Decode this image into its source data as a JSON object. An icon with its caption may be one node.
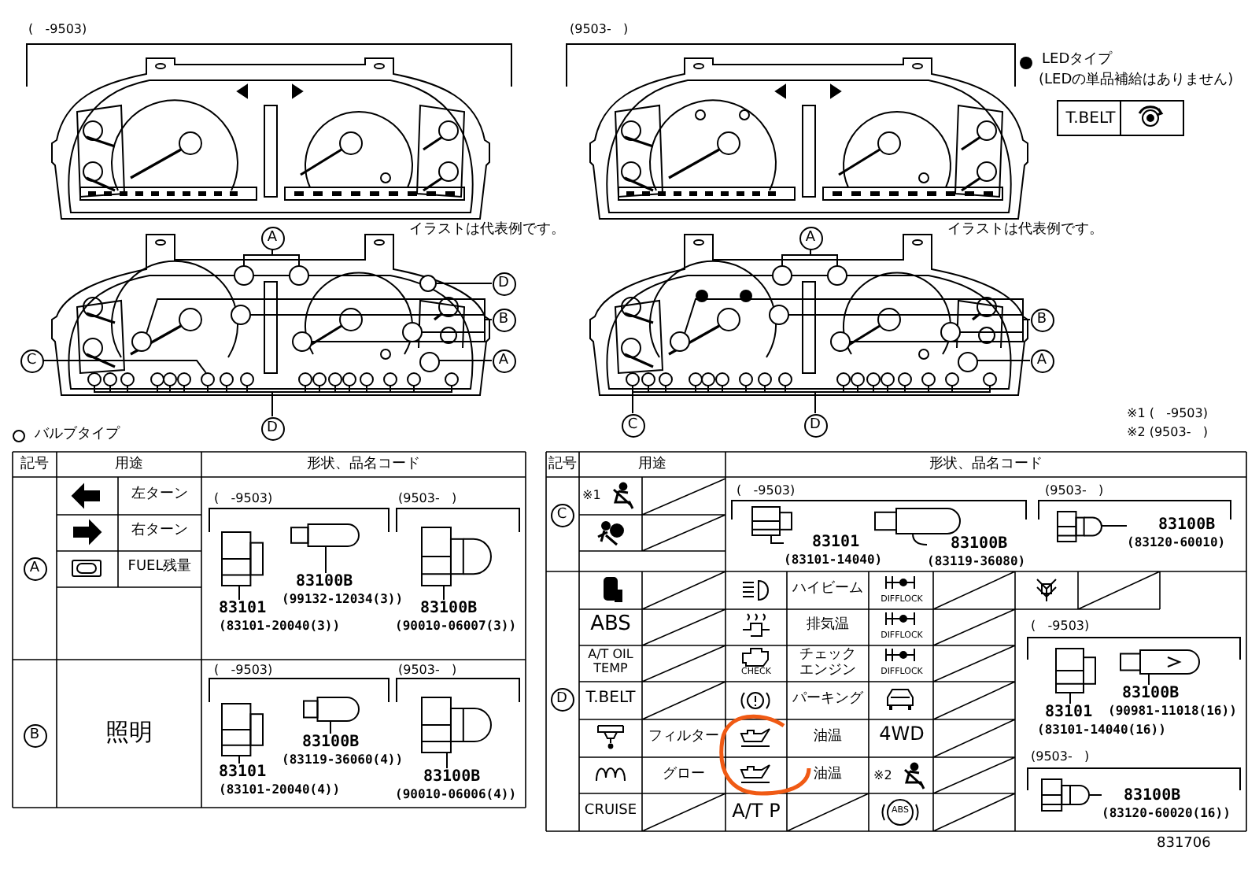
{
  "diagram": {
    "nodes": [
      {
        "text": [
          "A"
        ]
      },
      {
        "text": [
          "D"
        ]
      },
      {
        "text": [
          "B"
        ]
      },
      {
        "text": [
          "C"
        ]
      },
      {
        "text": [
          "A"
        ]
      },
      {
        "text": [
          "D"
        ]
      },
      {
        "text": [
          "A"
        ]
      },
      {
        "text": [
          "B"
        ]
      },
      {
        "text": [
          "A"
        ]
      },
      {
        "text": [
          "C"
        ]
      },
      {
        "text": [
          "D"
        ]
      },
      {
        "text": [
          "A"
        ]
      },
      {
        "text": [
          "B"
        ]
      },
      {
        "text": [
          "C"
        ]
      },
      {
        "text": [
          "D"
        ]
      },
      {
        "text": [
          "83100B",
          "(99132-12034(3))"
        ]
      },
      {
        "text": [
          "83101",
          "(83101-20040(3))"
        ]
      },
      {
        "text": [
          "83100B",
          "(90010-06007(3))"
        ]
      },
      {
        "text": [
          "83100B",
          "(83119-36060(4))"
        ]
      },
      {
        "text": [
          "83101",
          "(83101-20040(4))"
        ]
      },
      {
        "text": [
          "83100B",
          "(90010-06006(4))"
        ]
      },
      {
        "text": [
          "83101",
          "(83101-14040)"
        ]
      },
      {
        "text": [
          "83100B",
          "(83119-36080)"
        ]
      },
      {
        "text": [
          "83100B",
          "(83120-60010)"
        ]
      },
      {
        "text": [
          "83100B",
          "(90981-11018(16))"
        ]
      },
      {
        "text": [
          "83101",
          "(83101-14040(16))"
        ]
      },
      {
        "text": [
          "83100B",
          "(83120-60020(16))"
        ]
      },
      {
        "text": [],
        "shape": "picture"
      },
      {
        "text": [],
        "shape": "picture"
      },
      {
        "text": [],
        "shape": "picture"
      },
      {
        "text": [],
        "shape": "picture"
      },
      {
        "text": [],
        "shape": "picture"
      },
      {
        "text": [],
        "shape": "picture"
      },
      {
        "text": [],
        "shape": "picture"
      },
      {
        "text": [],
        "shape": "picture"
      },
      {
        "text": [],
        "shape": "picture"
      },
      {
        "text": [],
        "shape": "picture"
      },
      {
        "text": [],
        "shape": "picture"
      },
      {
        "text": [],
        "shape": "picture"
      },
      {
        "text": [],
        "shape": "circle"
      },
      {
        "text": [],
        "shape": "circle"
      },
      {
        "text": [],
        "shape": "circle"
      },
      {
        "text": [],
        "shape": "circle"
      },
      {
        "text": [],
        "shape": "circle"
      },
      {
        "text": [],
        "shape": "circle"
      },
      {
        "text": [],
        "shape": "circle"
      },
      {
        "text": [],
        "shape": "circle"
      },
      {
        "text": [],
        "shape": "circle"
      },
      {
        "text": [],
        "shape": "circle"
      },
      {
        "text": [],
        "shape": "circle"
      },
      {
        "text": [],
        "shape": "circle"
      },
      {
        "text": [],
        "shape": "circle"
      },
      {
        "text": [],
        "shape": "circle"
      },
      {
        "text": [],
        "shape": "circle"
      },
      {
        "text": [],
        "shape": "circle"
      },
      {
        "text": [],
        "shape": "circle"
      },
      {
        "text": [],
        "shape": "circle"
      },
      {
        "text": [],
        "shape": "circle"
      },
      {
        "text": [],
        "shape": "circle"
      },
      {
        "text": [],
        "shape": "circle"
      },
      {
        "text": [],
        "shape": "circle"
      },
      {
        "text": [],
        "shape": "circle"
      },
      {
        "text": [],
        "shape": "circle"
      },
      {
        "text": [],
        "shape": "circle"
      },
      {
        "text": [],
        "shape": "circle"
      },
      {
        "text": [],
        "shape": "circle"
      },
      {
        "text": [],
        "shape": "circle"
      },
      {
        "text": [],
        "shape": "circle"
      },
      {
        "text": [],
        "shape": "circle"
      },
      {
        "text": [],
        "shape": "circle"
      },
      {
        "text": [],
        "shape": "circle"
      },
      {
        "text": [],
        "shape": "circle"
      },
      {
        "text": [],
        "shape": "circle"
      },
      {
        "text": [],
        "shape": "circle"
      },
      {
        "text": [],
        "shape": "circle"
      },
      {
        "text": [],
        "shape": "circle"
      },
      {
        "text": [],
        "shape": "circle"
      },
      {
        "text": [],
        "shape": "circle"
      },
      {
        "text": [],
        "shape": "circle"
      },
      {
        "text": [],
        "shape": "circle"
      },
      {
        "text": [],
        "shape": "circle"
      },
      {
        "text": [],
        "shape": "circle"
      },
      {
        "text": [],
        "shape": "circle"
      },
      {
        "text": [],
        "shape": "circle"
      },
      {
        "text": [],
        "shape": "circle"
      },
      {
        "text": [],
        "shape": "circle"
      },
      {
        "text": [],
        "shape": "circle"
      },
      {
        "text": [],
        "shape": "circle"
      }
    ],
    "edges": [
      {
        "from": 0,
        "to": 39,
        "arrow": "none"
      },
      {
        "from": 0,
        "to": 40,
        "arrow": "none"
      },
      {
        "from": 1,
        "to": 63,
        "arrow": "none"
      },
      {
        "from": 2,
        "to": 41,
        "arrow": "none"
      },
      {
        "from": 2,
        "to": 42,
        "arrow": "none"
      },
      {
        "from": 2,
        "to": 43,
        "arrow": "none"
      },
      {
        "from": 2,
        "to": 44,
        "arrow": "none"
      },
      {
        "from": 3,
        "to": 52,
        "arrow": "none"
      },
      {
        "from": 4,
        "to": 45,
        "arrow": "none"
      },
      {
        "from": 5,
        "to": 46,
        "arrow": "none"
      },
      {
        "from": 5,
        "to": 47,
        "arrow": "none"
      },
      {
        "from": 5,
        "to": 48,
        "arrow": "none"
      },
      {
        "from": 5,
        "to": 49,
        "arrow": "none"
      },
      {
        "from": 5,
        "to": 50,
        "arrow": "none"
      },
      {
        "from": 5,
        "to": 51,
        "arrow": "none"
      },
      {
        "from": 5,
        "to": 52,
        "arrow": "none"
      },
      {
        "from": 5,
        "to": 53,
        "arrow": "none"
      },
      {
        "from": 5,
        "to": 54,
        "arrow": "none"
      },
      {
        "from": 5,
        "to": 55,
        "arrow": "none"
      },
      {
        "from": 5,
        "to": 56,
        "arrow": "none"
      },
      {
        "from": 5,
        "to": 57,
        "arrow": "none"
      },
      {
        "from": 5,
        "to": 58,
        "arrow": "none"
      },
      {
        "from": 5,
        "to": 59,
        "arrow": "none"
      },
      {
        "from": 5,
        "to": 60,
        "arrow": "none"
      },
      {
        "from": 5,
        "to": 61,
        "arrow": "none"
      },
      {
        "from": 5,
        "to": 62,
        "arrow": "none"
      },
      {
        "from": 6,
        "to": 64,
        "arrow": "none"
      },
      {
        "from": 6,
        "to": 65,
        "arrow": "none"
      },
      {
        "from": 7,
        "to": 66,
        "arrow": "none"
      },
      {
        "from": 7,
        "to": 67,
        "arrow": "none"
      },
      {
        "from": 7,
        "to": 68,
        "arrow": "none"
      },
      {
        "from": 7,
        "to": 69,
        "arrow": "none"
      },
      {
        "from": 8,
        "to": 70,
        "arrow": "none"
      },
      {
        "from": 9,
        "to": 71,
        "arrow": "none"
      },
      {
        "from": 10,
        "to": 71,
        "arrow": "none"
      },
      {
        "from": 10,
        "to": 72,
        "arrow": "none"
      },
      {
        "from": 10,
        "to": 73,
        "arrow": "none"
      },
      {
        "from": 10,
        "to": 74,
        "arrow": "none"
      },
      {
        "from": 10,
        "to": 75,
        "arrow": "none"
      },
      {
        "from": 10,
        "to": 76,
        "arrow": "none"
      },
      {
        "from": 10,
        "to": 77,
        "arrow": "none"
      },
      {
        "from": 10,
        "to": 78,
        "arrow": "none"
      },
      {
        "from": 10,
        "to": 79,
        "arrow": "none"
      },
      {
        "from": 10,
        "to": 80,
        "arrow": "none"
      },
      {
        "from": 10,
        "to": 81,
        "arrow": "none"
      },
      {
        "from": 10,
        "to": 82,
        "arrow": "none"
      },
      {
        "from": 10,
        "to": 83,
        "arrow": "none"
      },
      {
        "from": 10,
        "to": 84,
        "arrow": "none"
      },
      {
        "from": 10,
        "to": 85,
        "arrow": "none"
      },
      {
        "from": 10,
        "to": 86,
        "arrow": "none"
      },
      {
        "from": 10,
        "to": 87,
        "arrow": "none"
      },
      {
        "from": 15,
        "to": 27,
        "arrow": "none"
      },
      {
        "from": 16,
        "to": 28,
        "arrow": "none"
      },
      {
        "from": 17,
        "to": 29,
        "arrow": "none"
      },
      {
        "from": 18,
        "to": 30,
        "arrow": "none"
      },
      {
        "from": 19,
        "to": 31,
        "arrow": "none"
      },
      {
        "from": 20,
        "to": 32,
        "arrow": "none"
      },
      {
        "from": 21,
        "to": 33,
        "arrow": "none"
      },
      {
        "from": 22,
        "to": 34,
        "arrow": "none"
      },
      {
        "from": 23,
        "to": 35,
        "arrow": "none"
      },
      {
        "from": 24,
        "to": 36,
        "arrow": "none"
      },
      {
        "from": 25,
        "to": 37,
        "arrow": "none"
      },
      {
        "from": 26,
        "to": 38,
        "arrow": "none"
      }
    ],
    "labels": [
      "(   -9503)",
      "(9503-   )",
      "LEDタイプ",
      "(LEDの単品補給はありません)",
      "T.BELT",
      "イラストは代表例です。",
      "イラストは代表例です。",
      "バルブタイプ",
      "※1 (   -9503)",
      "※2 (9503-   )",
      "記号",
      "用途",
      "形状、品名コード",
      "左ターン",
      "右ターン",
      "FUEL残量",
      "(   -9503)",
      "(9503-   )",
      "照明",
      "(   -9503)",
      "(9503-   )",
      "記号",
      "用途",
      "形状、品名コード",
      "※1",
      "(   -9503)",
      "(9503-   )",
      "ハイビーム",
      "DIFFLOCK",
      "ABS",
      "排気温",
      "DIFFLOCK",
      "A/T OIL TEMP",
      "CHECK",
      "チェックエンジン",
      "DIFFLOCK",
      "T.BELT",
      "パーキング",
      "フィルター",
      "油温",
      "4WD",
      "グロー",
      "油温",
      "※2",
      "CRUISE",
      "A/T P",
      "ABS",
      "(   -9503)",
      "(9503-   )",
      "831706"
    ]
  }
}
